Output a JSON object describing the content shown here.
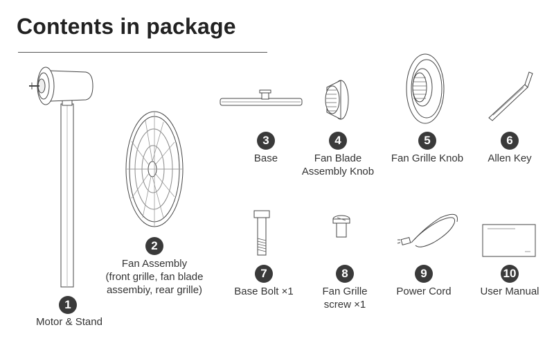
{
  "title": "Contents in package",
  "items": [
    {
      "number": "1",
      "lines": [
        "Motor & Stand"
      ]
    },
    {
      "number": "2",
      "lines": [
        "Fan Assembly",
        "(front grille, fan blade",
        "assembiy, rear grille)"
      ]
    },
    {
      "number": "3",
      "lines": [
        "Base"
      ]
    },
    {
      "number": "4",
      "lines": [
        "Fan Blade",
        "Assembly Knob"
      ]
    },
    {
      "number": "5",
      "lines": [
        "Fan Grille Knob"
      ]
    },
    {
      "number": "6",
      "lines": [
        "Allen Key"
      ]
    },
    {
      "number": "7",
      "lines": [
        "Base Bolt ×1"
      ]
    },
    {
      "number": "8",
      "lines": [
        "Fan Grille",
        "screw ×1"
      ]
    },
    {
      "number": "9",
      "lines": [
        "Power Cord"
      ]
    },
    {
      "number": "10",
      "lines": [
        "User Manual"
      ]
    }
  ]
}
